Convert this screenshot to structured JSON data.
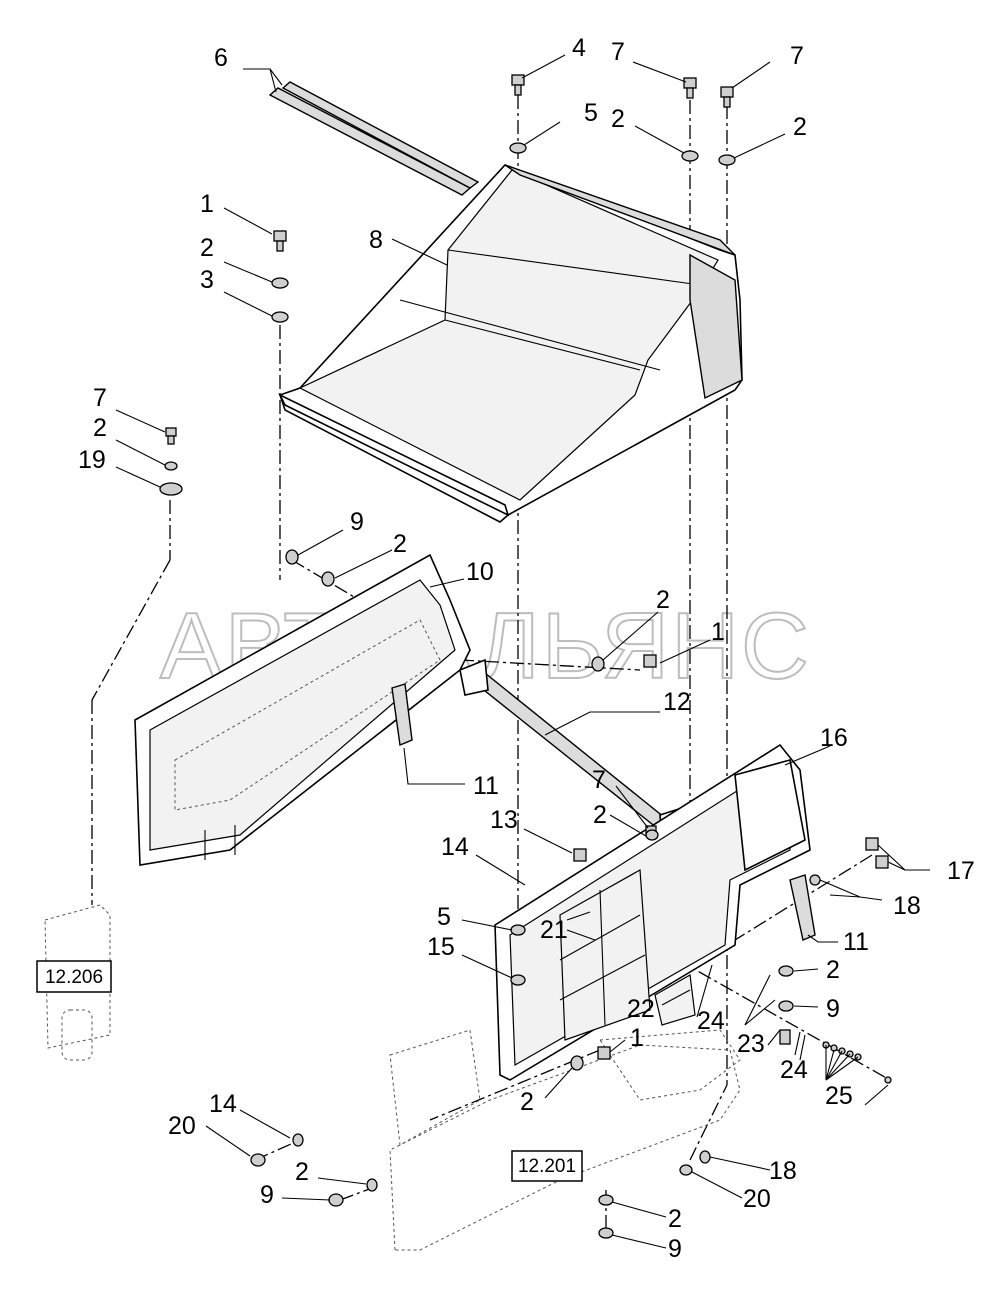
{
  "watermark": "АВТОАЛЬЯНС",
  "reference_boxes": [
    "12.206",
    "12.201"
  ],
  "callouts": [
    "6",
    "4",
    "7",
    "7",
    "5",
    "2",
    "2",
    "8",
    "1",
    "2",
    "3",
    "7",
    "2",
    "19",
    "9",
    "2",
    "10",
    "2",
    "1",
    "12",
    "11",
    "16",
    "7",
    "2",
    "13",
    "14",
    "17",
    "18",
    "5",
    "21",
    "15",
    "11",
    "2",
    "22",
    "24",
    "9",
    "23",
    "24",
    "1",
    "25",
    "2",
    "14",
    "20",
    "2",
    "9",
    "18",
    "20",
    "2",
    "9"
  ]
}
